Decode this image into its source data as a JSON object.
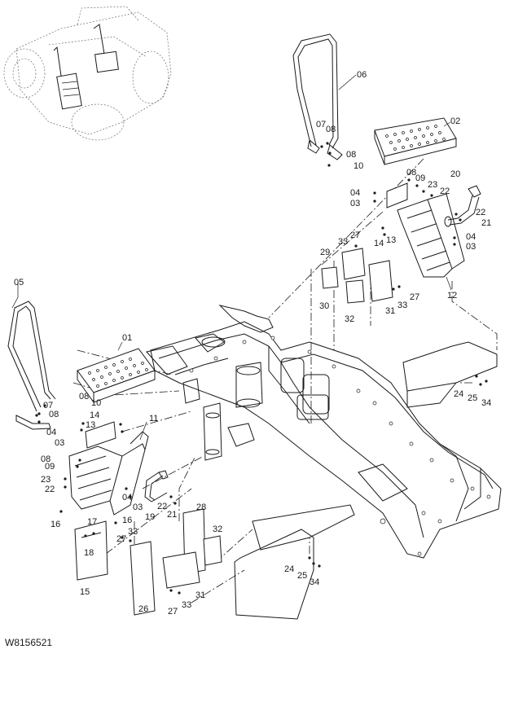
{
  "figure_id": "W8156521",
  "callouts": {
    "step_front_right": "02",
    "handrail_right": "06",
    "c07_r": "07",
    "c08_r": "08",
    "c08_r2": "08",
    "c10_r": "10",
    "c08_r3": "08",
    "c09_r": "09",
    "c23_r": "23",
    "c22_r": "22",
    "c04_r": "04",
    "c03_r": "03",
    "c20": "20",
    "c22_r2": "22",
    "c21_r": "21",
    "c14_r": "14",
    "c13_r": "13",
    "c04_r2": "04",
    "c03_r2": "03",
    "c27_r": "27",
    "c33_r": "33",
    "c29": "29",
    "c30": "30",
    "c32_r": "32",
    "c31_r": "31",
    "c33_r2": "33",
    "c27_r2": "27",
    "c12": "12",
    "c24_r": "24",
    "c25_r": "25",
    "c34_r": "34",
    "handrail_left": "05",
    "step_front_left": "01",
    "c07_l": "07",
    "c08_l": "08",
    "c08_l2": "08",
    "c10_l": "10",
    "c14_l": "14",
    "c13_l": "13",
    "c04_l": "04",
    "c03_l": "03",
    "c08_l3": "08",
    "c09_l": "09",
    "c23_l": "23",
    "c22_l": "22",
    "c11": "11",
    "c04_l2": "04",
    "c03_l2": "03",
    "c16_l": "16",
    "c16_l2": "16",
    "c19": "19",
    "c22_l2": "22",
    "c21_l": "21",
    "c17": "17",
    "c18": "18",
    "c15": "15",
    "c27_l": "27",
    "c33_l": "33",
    "c28": "28",
    "c32_l": "32",
    "c26": "26",
    "c27_l2": "27",
    "c33_l2": "33",
    "c31_l": "31",
    "c24_l": "24",
    "c25_l": "25",
    "c34_l": "34"
  }
}
